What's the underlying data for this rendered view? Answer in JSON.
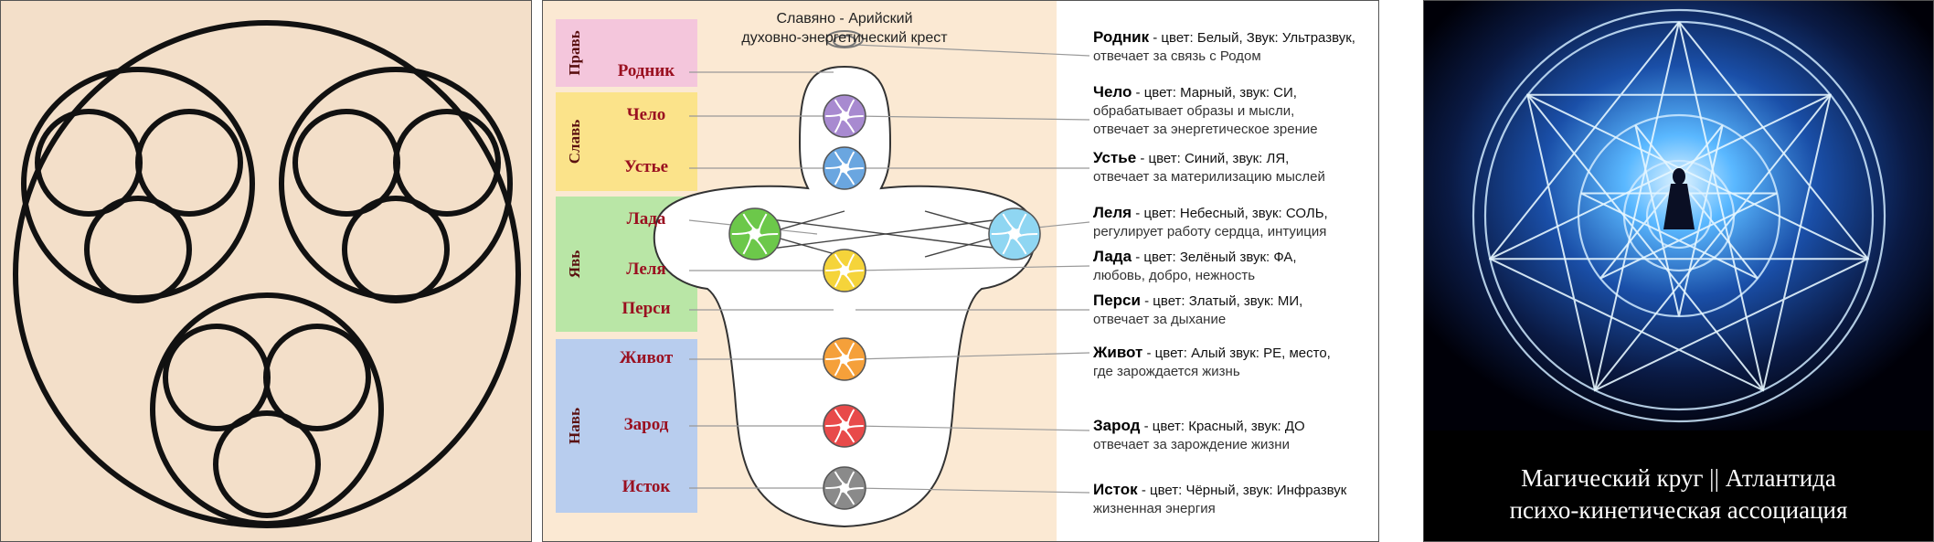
{
  "cross": {
    "title_line1": "Славяно - Арийский",
    "title_line2": "духовно-энергетический крест",
    "groups": [
      {
        "name": "Правь",
        "color": "#f4c6dc"
      },
      {
        "name": "Славь",
        "color": "#fbe38a"
      },
      {
        "name": "Явь",
        "color": "#b9e6a6"
      },
      {
        "name": "Навь",
        "color": "#b8cdee"
      }
    ],
    "labels": [
      "Родник",
      "Чело",
      "Устье",
      "Лада",
      "Леля",
      "Перси",
      "Живот",
      "Зарод",
      "Исток"
    ],
    "descriptions": [
      {
        "name": "Родник",
        "text": " - цвет: Белый, Звук: Ультразвук,",
        "line2": "отвечает за связь с Родом"
      },
      {
        "name": "Чело",
        "text": " - цвет: Марный, звук: СИ,",
        "line2": "обрабатывает образы и мысли,",
        "line3": "отвечает за энергетическое зрение"
      },
      {
        "name": "Устье",
        "text": " - цвет: Синий, звук: ЛЯ,",
        "line2": "отвечает за материлизацию мыслей"
      },
      {
        "name": "Леля",
        "text": " - цвет: Небесный, звук: СОЛЬ,",
        "line2": "регулирует работу сердца, интуиция"
      },
      {
        "name": "Лада",
        "text": " - цвет: Зелёный звук: ФА,",
        "line2": "любовь, добро, нежность"
      },
      {
        "name": "Перси",
        "text": " - цвет: Златый, звук: МИ,",
        "line2": "отвечает за дыхание"
      },
      {
        "name": "Живот",
        "text": " - цвет: Алый звук: РЕ, место,",
        "line2": "где  зарождается жизнь"
      },
      {
        "name": "Зарод",
        "text": " - цвет: Красный, звук: ДО",
        "line2": "отвечает за зарождение жизни"
      },
      {
        "name": "Исток",
        "text": " - цвет: Чёрный, звук: Инфразвук",
        "line2": "жизненная энергия"
      }
    ],
    "chakra_colors": [
      "#e8e8e8",
      "#a88ad0",
      "#6aa6e0",
      "#6cc84a",
      "#f5d43a",
      "#f5a03a",
      "#e84a4a",
      "#8a8a8a",
      "#8fd6f2"
    ]
  },
  "magic": {
    "caption_line1": "Магический круг || Атлантида",
    "caption_line2": "психо-кинетическая ассоциация"
  }
}
